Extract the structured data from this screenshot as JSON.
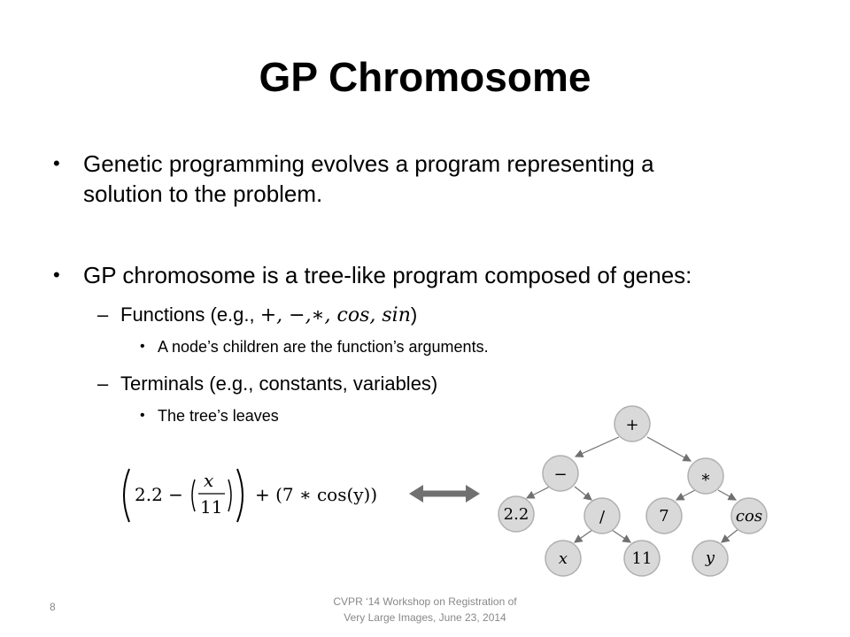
{
  "slide": {
    "title": "GP Chromosome",
    "bullets": [
      {
        "line1": "Genetic programming evolves a program representing a",
        "line2": "solution to the problem."
      },
      {
        "text": "GP chromosome is a tree-like program composed of genes:",
        "subs": [
          {
            "prefix": "Functions (e.g., ",
            "math": "+, −,∗, cos, sin",
            "suffix": ")",
            "subsub": "A node’s children are the function’s arguments."
          },
          {
            "prefix": "Terminals (e.g., constants, variables)",
            "subsub": "The tree’s leaves"
          }
        ]
      }
    ],
    "formula": {
      "a": "2.2 −",
      "num": "x",
      "den": "11",
      "rest": "+ (7 ∗ cos(y))"
    },
    "tree": {
      "root": "+",
      "minus": "−",
      "times": "∗",
      "c22": "2.2",
      "div": "/",
      "seven": "7",
      "cos": "cos",
      "x": "x",
      "eleven": "11",
      "y": "y"
    },
    "footer": {
      "page": "8",
      "line1": "CVPR ‘14  Workshop  on Registration of",
      "line2": "Very Large Images, June 23, 2014"
    },
    "colors": {
      "node_fill": "#d9d9d9",
      "node_stroke": "#b0b0b0",
      "arrow": "#707070",
      "footer": "#888888"
    }
  }
}
